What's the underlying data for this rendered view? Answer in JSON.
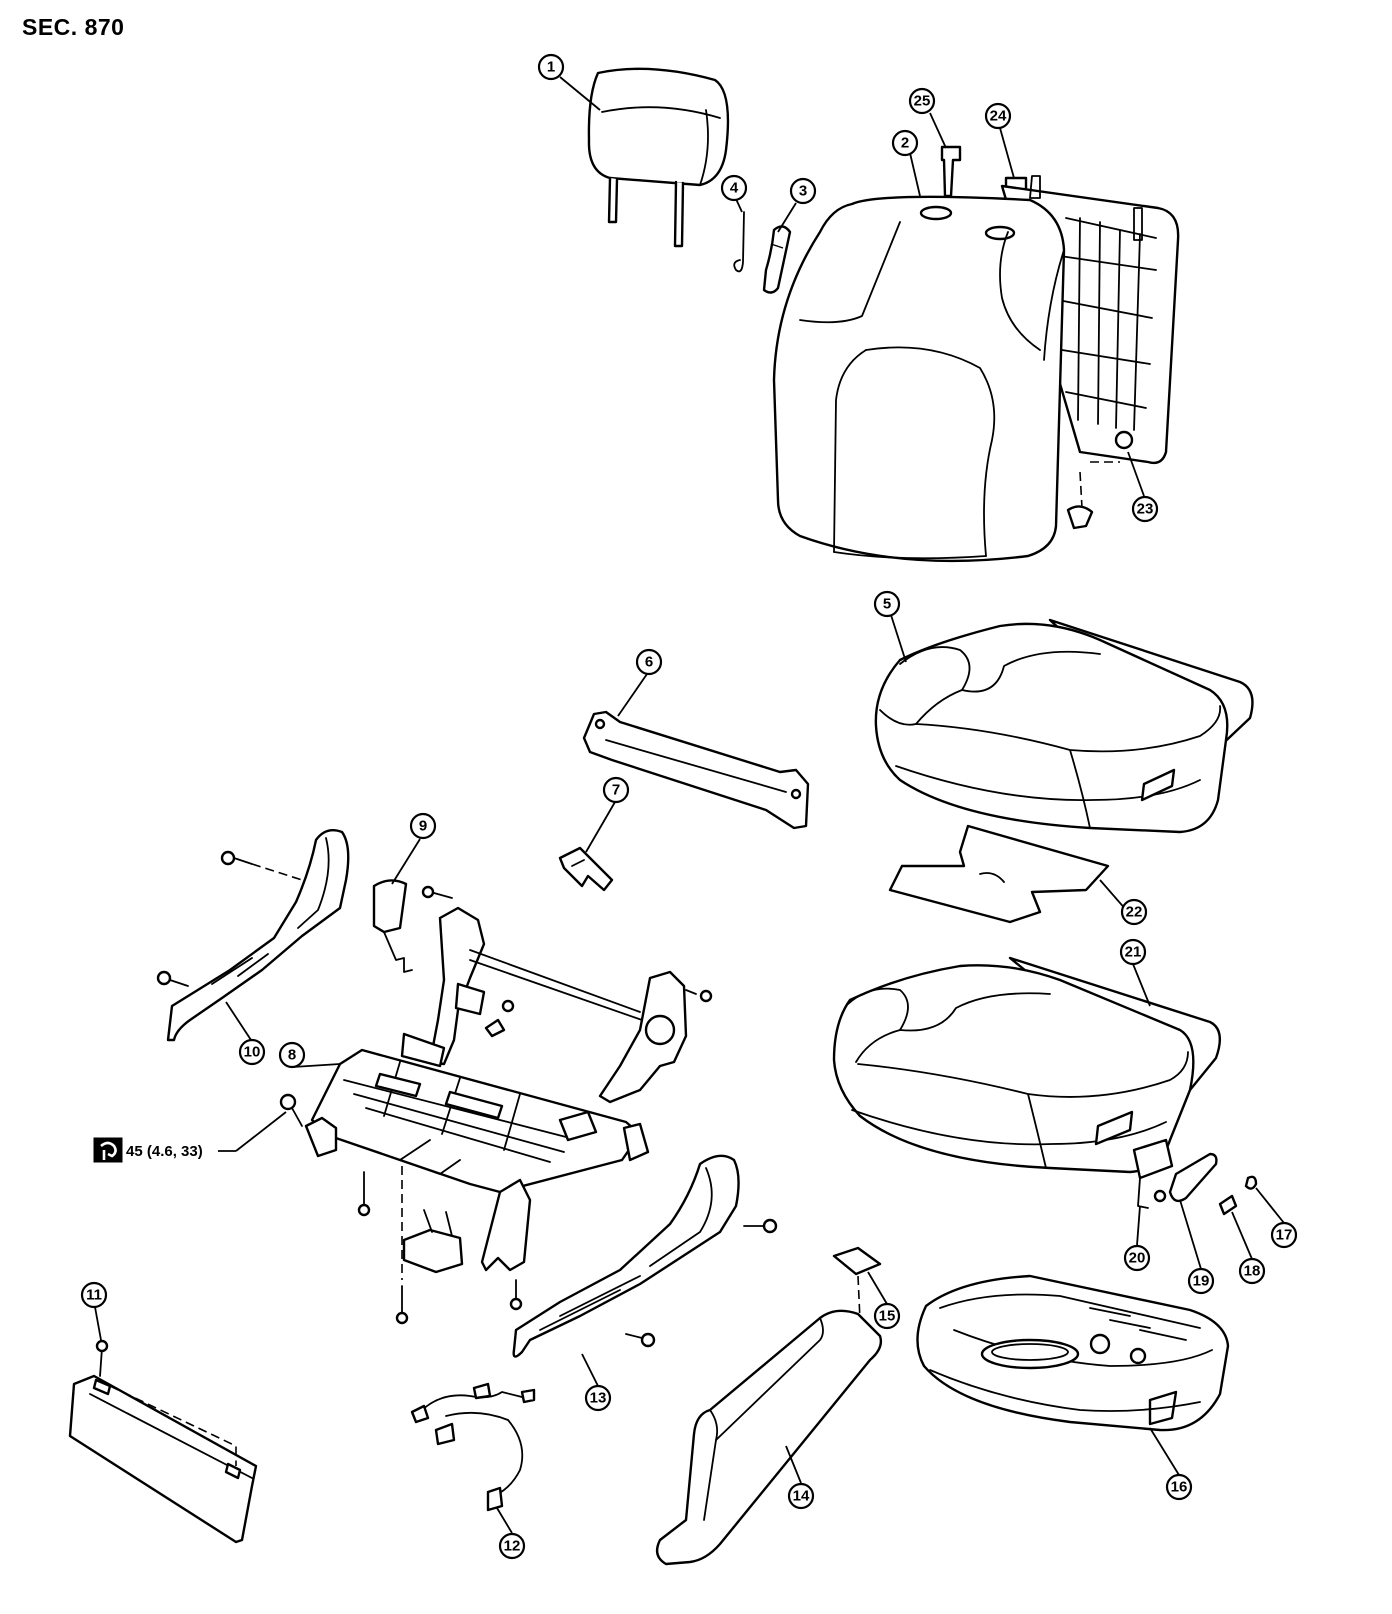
{
  "section_label": "SEC. 870",
  "callouts": [
    "1",
    "2",
    "3",
    "4",
    "5",
    "6",
    "7",
    "8",
    "9",
    "10",
    "11",
    "12",
    "13",
    "14",
    "15",
    "16",
    "17",
    "18",
    "19",
    "20",
    "21",
    "22",
    "23",
    "24",
    "25"
  ],
  "torque_spec": "45 (4.6, 33)",
  "torque_icon": "torque-wrench-icon"
}
